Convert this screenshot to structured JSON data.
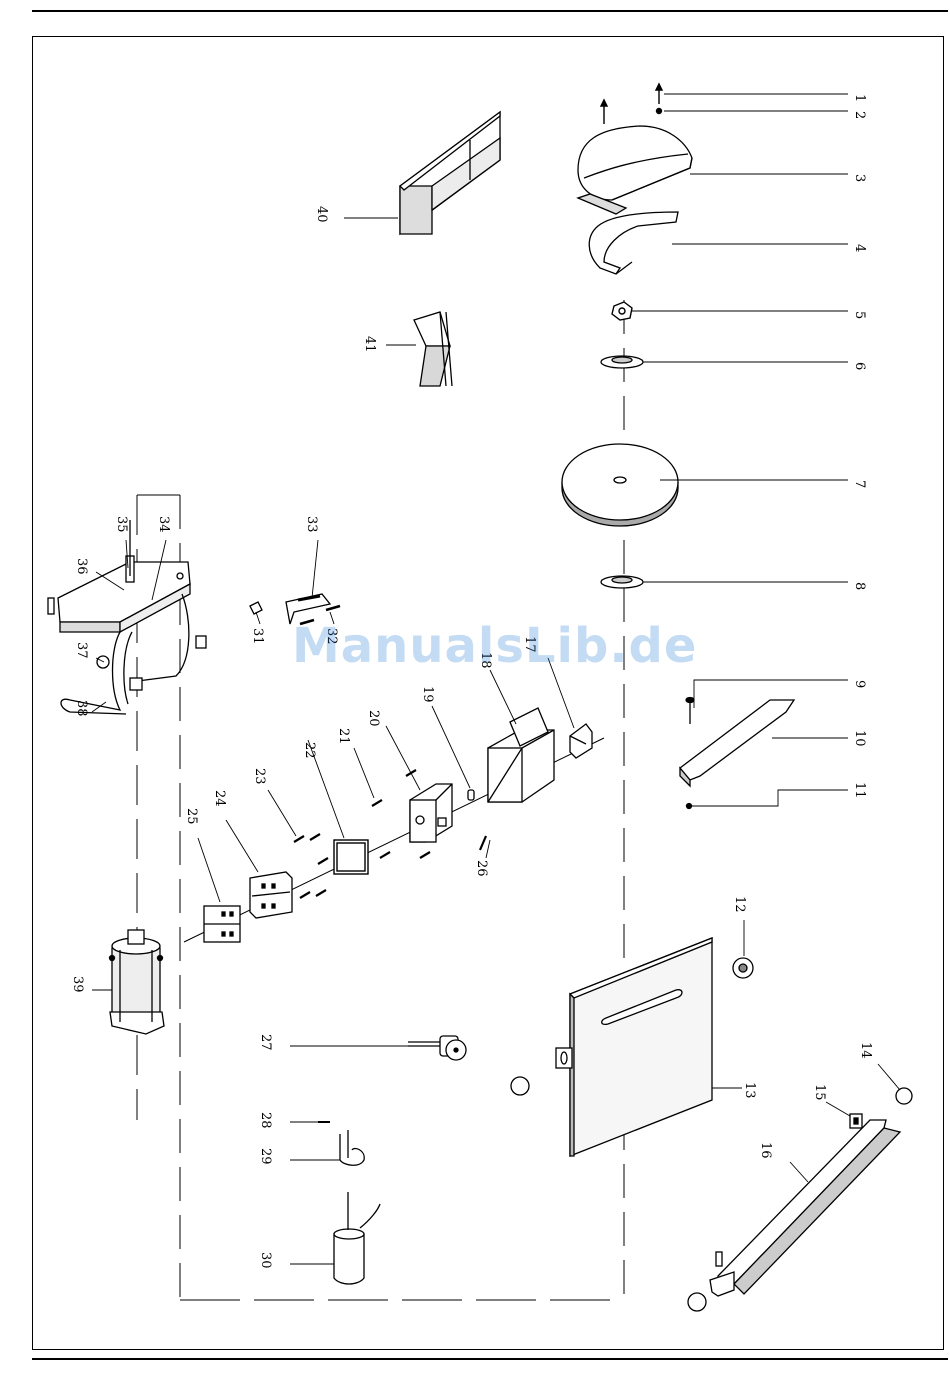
{
  "watermark": "ManualsLib.de",
  "labels": {
    "l1": "1",
    "l2": "2",
    "l3": "3",
    "l4": "4",
    "l5": "5",
    "l6": "6",
    "l7": "7",
    "l8": "8",
    "l9": "9",
    "l10": "10",
    "l11": "11",
    "l12": "12",
    "l13": "13",
    "l14": "14",
    "l15": "15",
    "l16": "16",
    "l17": "17",
    "l18": "18",
    "l19": "19",
    "l20": "20",
    "l21": "21",
    "l22": "22",
    "l23": "23",
    "l24": "24",
    "l25": "25",
    "l26": "26",
    "l27": "27",
    "l28": "28",
    "l29": "29",
    "l30": "30",
    "l31": "31",
    "l32": "32",
    "l33": "33",
    "l34": "34",
    "l35": "35",
    "l36": "36",
    "l37": "37",
    "l38": "38",
    "l39": "39",
    "l40": "40",
    "l41": "41"
  }
}
